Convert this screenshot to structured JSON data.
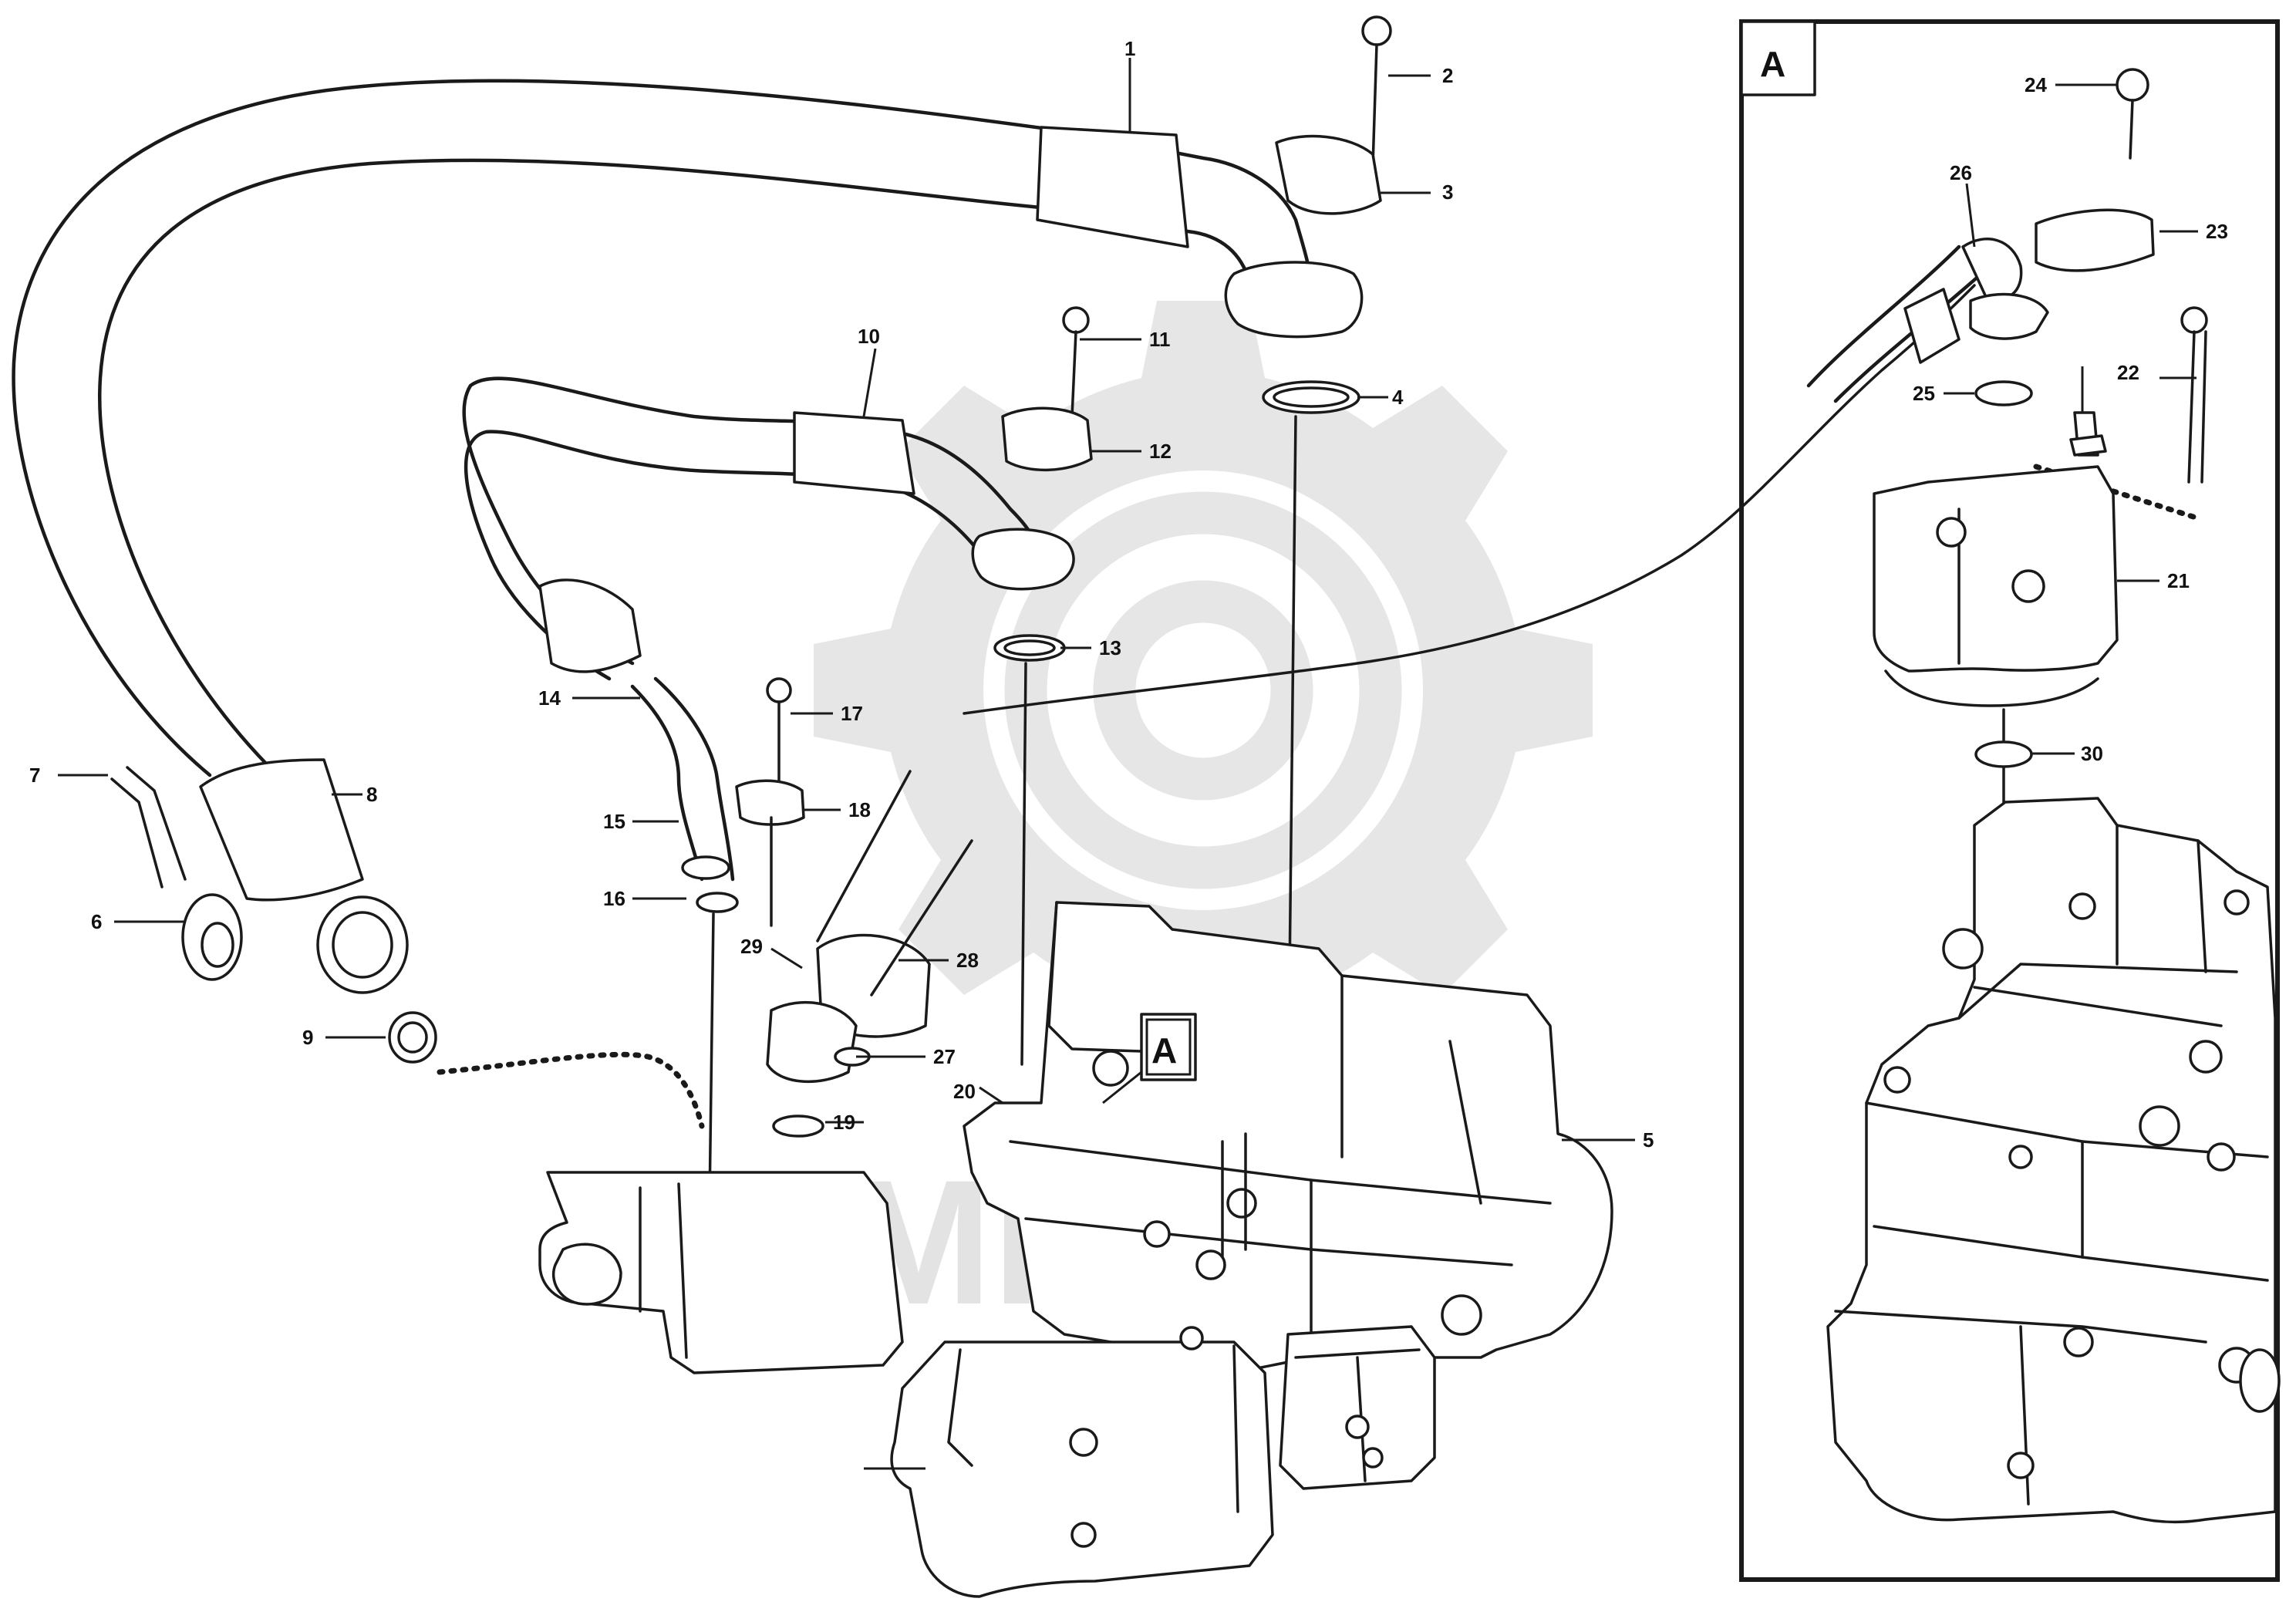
{
  "watermark": {
    "text": "MITEX"
  },
  "detail": {
    "caption": "A"
  },
  "callout": {
    "caption": "A"
  },
  "reference": {
    "line1": "",
    "line2": "",
    "line3": ""
  },
  "labels": [
    {
      "id": "lbl-1",
      "text": "1"
    },
    {
      "id": "lbl-2",
      "text": "2"
    },
    {
      "id": "lbl-3",
      "text": "3"
    },
    {
      "id": "lbl-4",
      "text": "4"
    },
    {
      "id": "lbl-5",
      "text": "5"
    },
    {
      "id": "lbl-6",
      "text": "6"
    },
    {
      "id": "lbl-7",
      "text": "7"
    },
    {
      "id": "lbl-8",
      "text": "8"
    },
    {
      "id": "lbl-9",
      "text": "9"
    },
    {
      "id": "lbl-10",
      "text": "10"
    },
    {
      "id": "lbl-11",
      "text": "11"
    },
    {
      "id": "lbl-12",
      "text": "12"
    },
    {
      "id": "lbl-13",
      "text": "13"
    },
    {
      "id": "lbl-14",
      "text": "14"
    },
    {
      "id": "lbl-15",
      "text": "15"
    },
    {
      "id": "lbl-16",
      "text": "16"
    },
    {
      "id": "lbl-17",
      "text": "17"
    },
    {
      "id": "lbl-18",
      "text": "18"
    },
    {
      "id": "lbl-19",
      "text": "19"
    },
    {
      "id": "lbl-20",
      "text": "20"
    },
    {
      "id": "lbl-21",
      "text": "21"
    },
    {
      "id": "lbl-22",
      "text": "22"
    },
    {
      "id": "lbl-23",
      "text": "23"
    },
    {
      "id": "lbl-24",
      "text": "24"
    },
    {
      "id": "lbl-25",
      "text": "25"
    },
    {
      "id": "lbl-26",
      "text": "26"
    },
    {
      "id": "lbl-27",
      "text": "27"
    },
    {
      "id": "lbl-28",
      "text": "28"
    },
    {
      "id": "lbl-29",
      "text": "29"
    },
    {
      "id": "lbl-30",
      "text": "30"
    }
  ]
}
